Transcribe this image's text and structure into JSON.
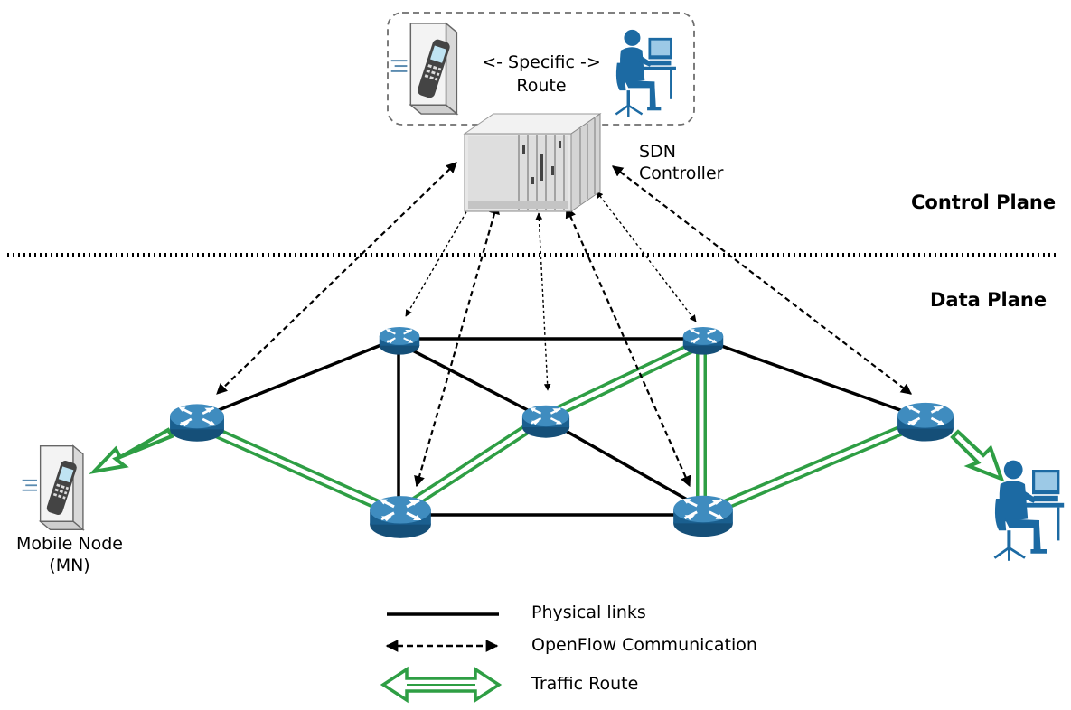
{
  "planes": {
    "control": "Control Plane",
    "data": "Data Plane"
  },
  "controller": {
    "line1": "SDN",
    "line2": "Controller"
  },
  "specific_route": {
    "line1": "<- Specific ->",
    "line2": "Route"
  },
  "mobile_node": {
    "line1": "Mobile Node",
    "line2": "(MN)"
  },
  "legend": {
    "physical": "Physical links",
    "openflow": "OpenFlow Communication",
    "traffic": "Traffic Route"
  },
  "colors": {
    "router_body": "#1a5f8f",
    "router_top": "#3f8cbf",
    "traffic_route": "#2e9e44",
    "person": "#1c6aa3"
  },
  "icons": [
    "router-icon",
    "sdn-controller-icon",
    "mobile-phone-icon",
    "user-workstation-icon"
  ]
}
